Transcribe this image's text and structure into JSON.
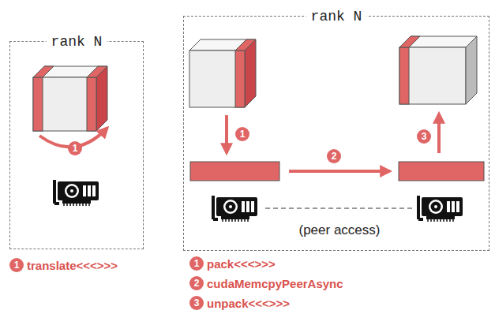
{
  "diagram": {
    "nodes": [
      {
        "text": [
          "rank N"
        ]
      },
      {
        "text": [
          "rank N"
        ]
      }
    ],
    "labels": [
      "1",
      "1",
      "2",
      "3",
      "(peer access)",
      "1",
      "translate<<<>>>",
      "1",
      "pack<<<>>>",
      "2",
      "cudaMemcpyPeerAsync",
      "3",
      "unpack<<<>>>"
    ]
  }
}
